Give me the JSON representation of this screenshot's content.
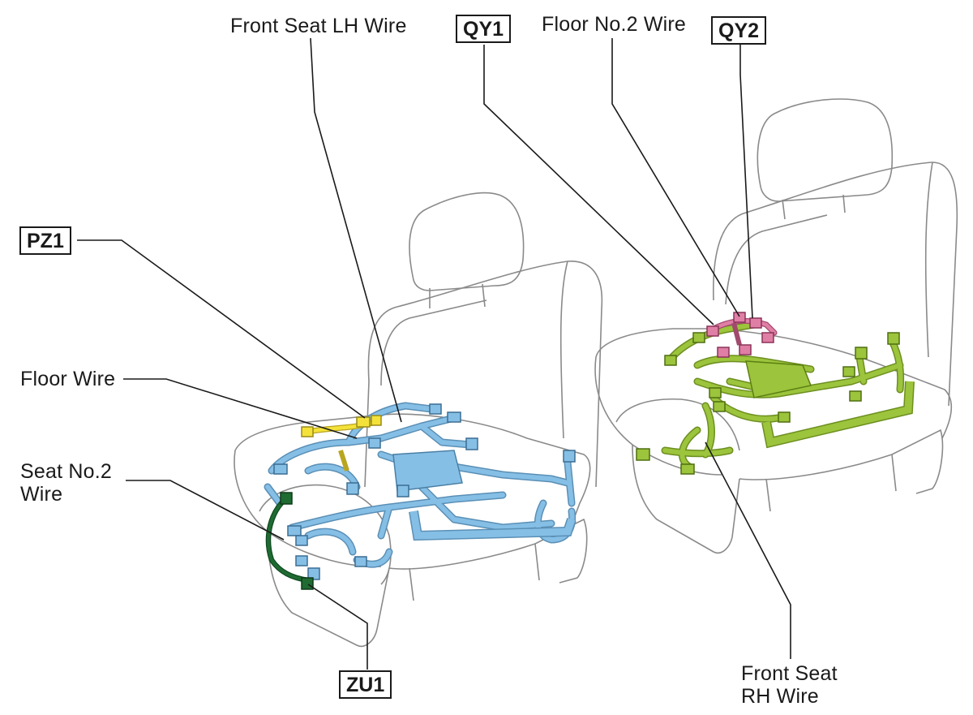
{
  "labels": {
    "front_seat_lh_wire": "Front Seat LH Wire",
    "floor_no2_wire": "Floor No.2 Wire",
    "floor_wire": "Floor Wire",
    "seat_no2_wire": "Seat No.2\nWire",
    "front_seat_rh_wire": "Front Seat\nRH Wire"
  },
  "connectors": {
    "qy1": "QY1",
    "qy2": "QY2",
    "pz1": "PZ1",
    "zu1": "ZU1"
  },
  "colors": {
    "front_seat_lh_wire": "#86bfe6",
    "floor_wire": "#f4e23a",
    "seat_no2_wire": "#1f6b32",
    "front_seat_rh_wire": "#9cc43c",
    "floor_no2_wire": "#e07fa6",
    "seat_outline": "#8a8a8a",
    "leader_line": "#1a1a1a"
  }
}
